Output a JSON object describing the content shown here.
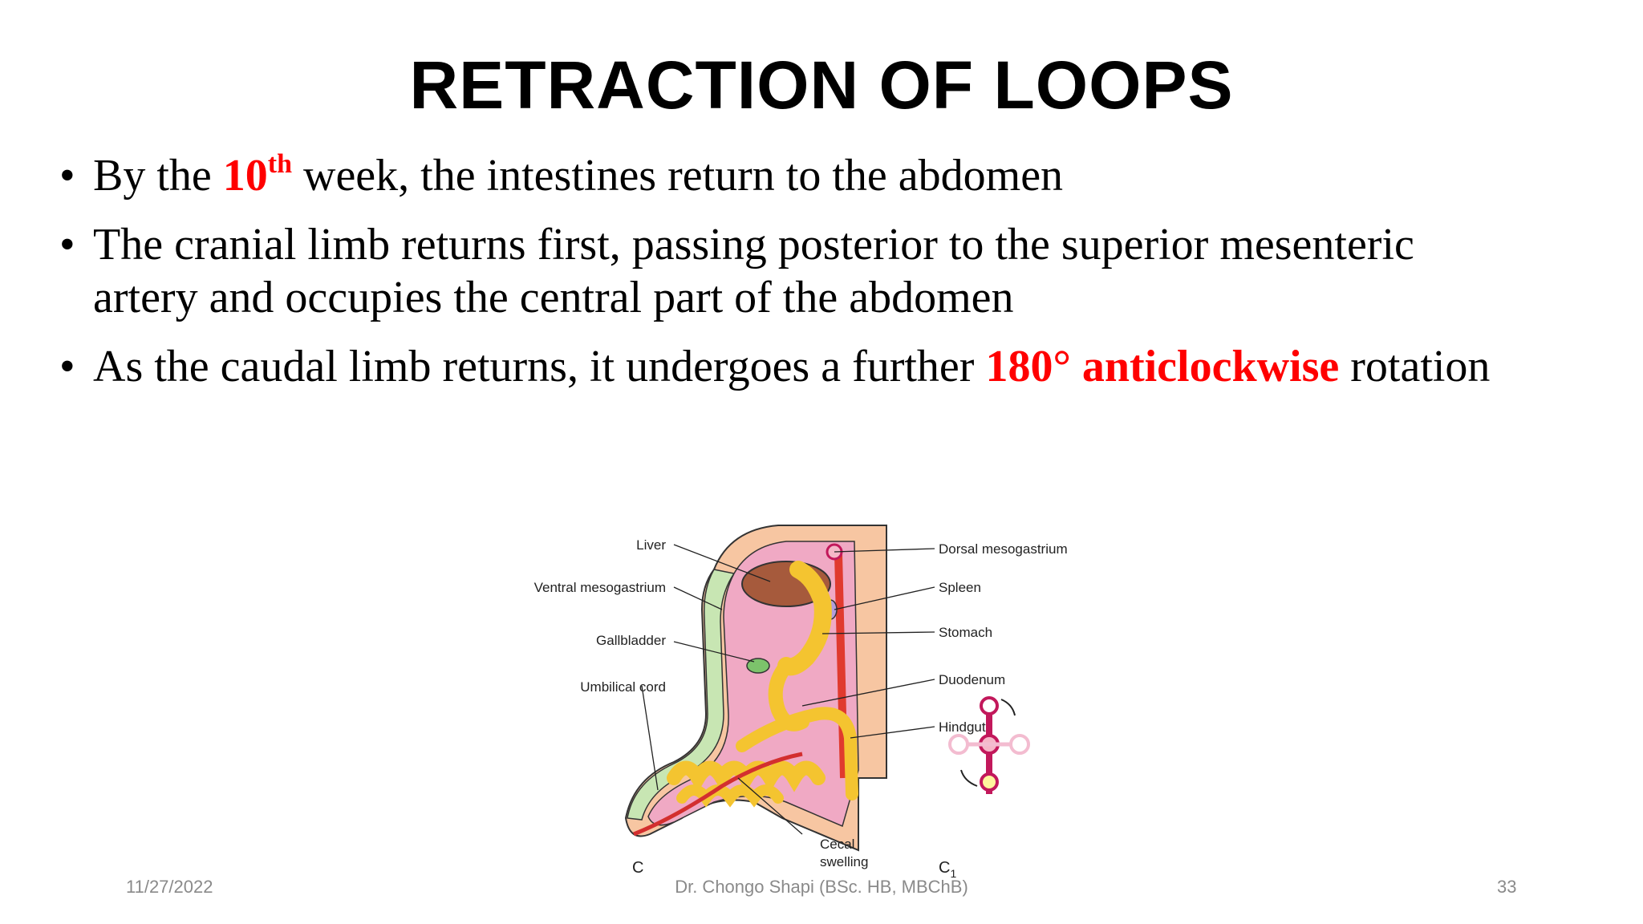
{
  "slide": {
    "title": "RETRACTION OF LOOPS",
    "bullets": [
      {
        "pre": "By the ",
        "highlight": "10",
        "sup": "th",
        "post": " week, the intestines return to the abdomen"
      },
      {
        "line1": "The cranial limb returns first, passing posterior to the superior mesenteric",
        "line2": "artery and occupies the central part of the abdomen"
      },
      {
        "pre": "As the caudal limb returns, it undergoes a further ",
        "highlight": "180° anticlockwise",
        "post": " rotation"
      }
    ],
    "bullet_symbol": "•",
    "highlight_color": "#ff0000"
  },
  "figure": {
    "labels": {
      "liver": "Liver",
      "ventral_mesogastrium": "Ventral mesogastrium",
      "gallbladder": "Gallbladder",
      "umbilical_cord": "Umbilical cord",
      "dorsal_mesogastrium": "Dorsal mesogastrium",
      "spleen": "Spleen",
      "stomach": "Stomach",
      "duodenum": "Duodenum",
      "hindgut": "Hindgut",
      "cecal_line1": "Cecal",
      "cecal_line2": "swelling",
      "panel_c": "C",
      "panel_c1": "C",
      "panel_c1_sub": "1"
    }
  },
  "footer": {
    "date": "11/27/2022",
    "author": "Dr. Chongo Shapi (BSc. HB, MBChB)",
    "page": "33"
  }
}
